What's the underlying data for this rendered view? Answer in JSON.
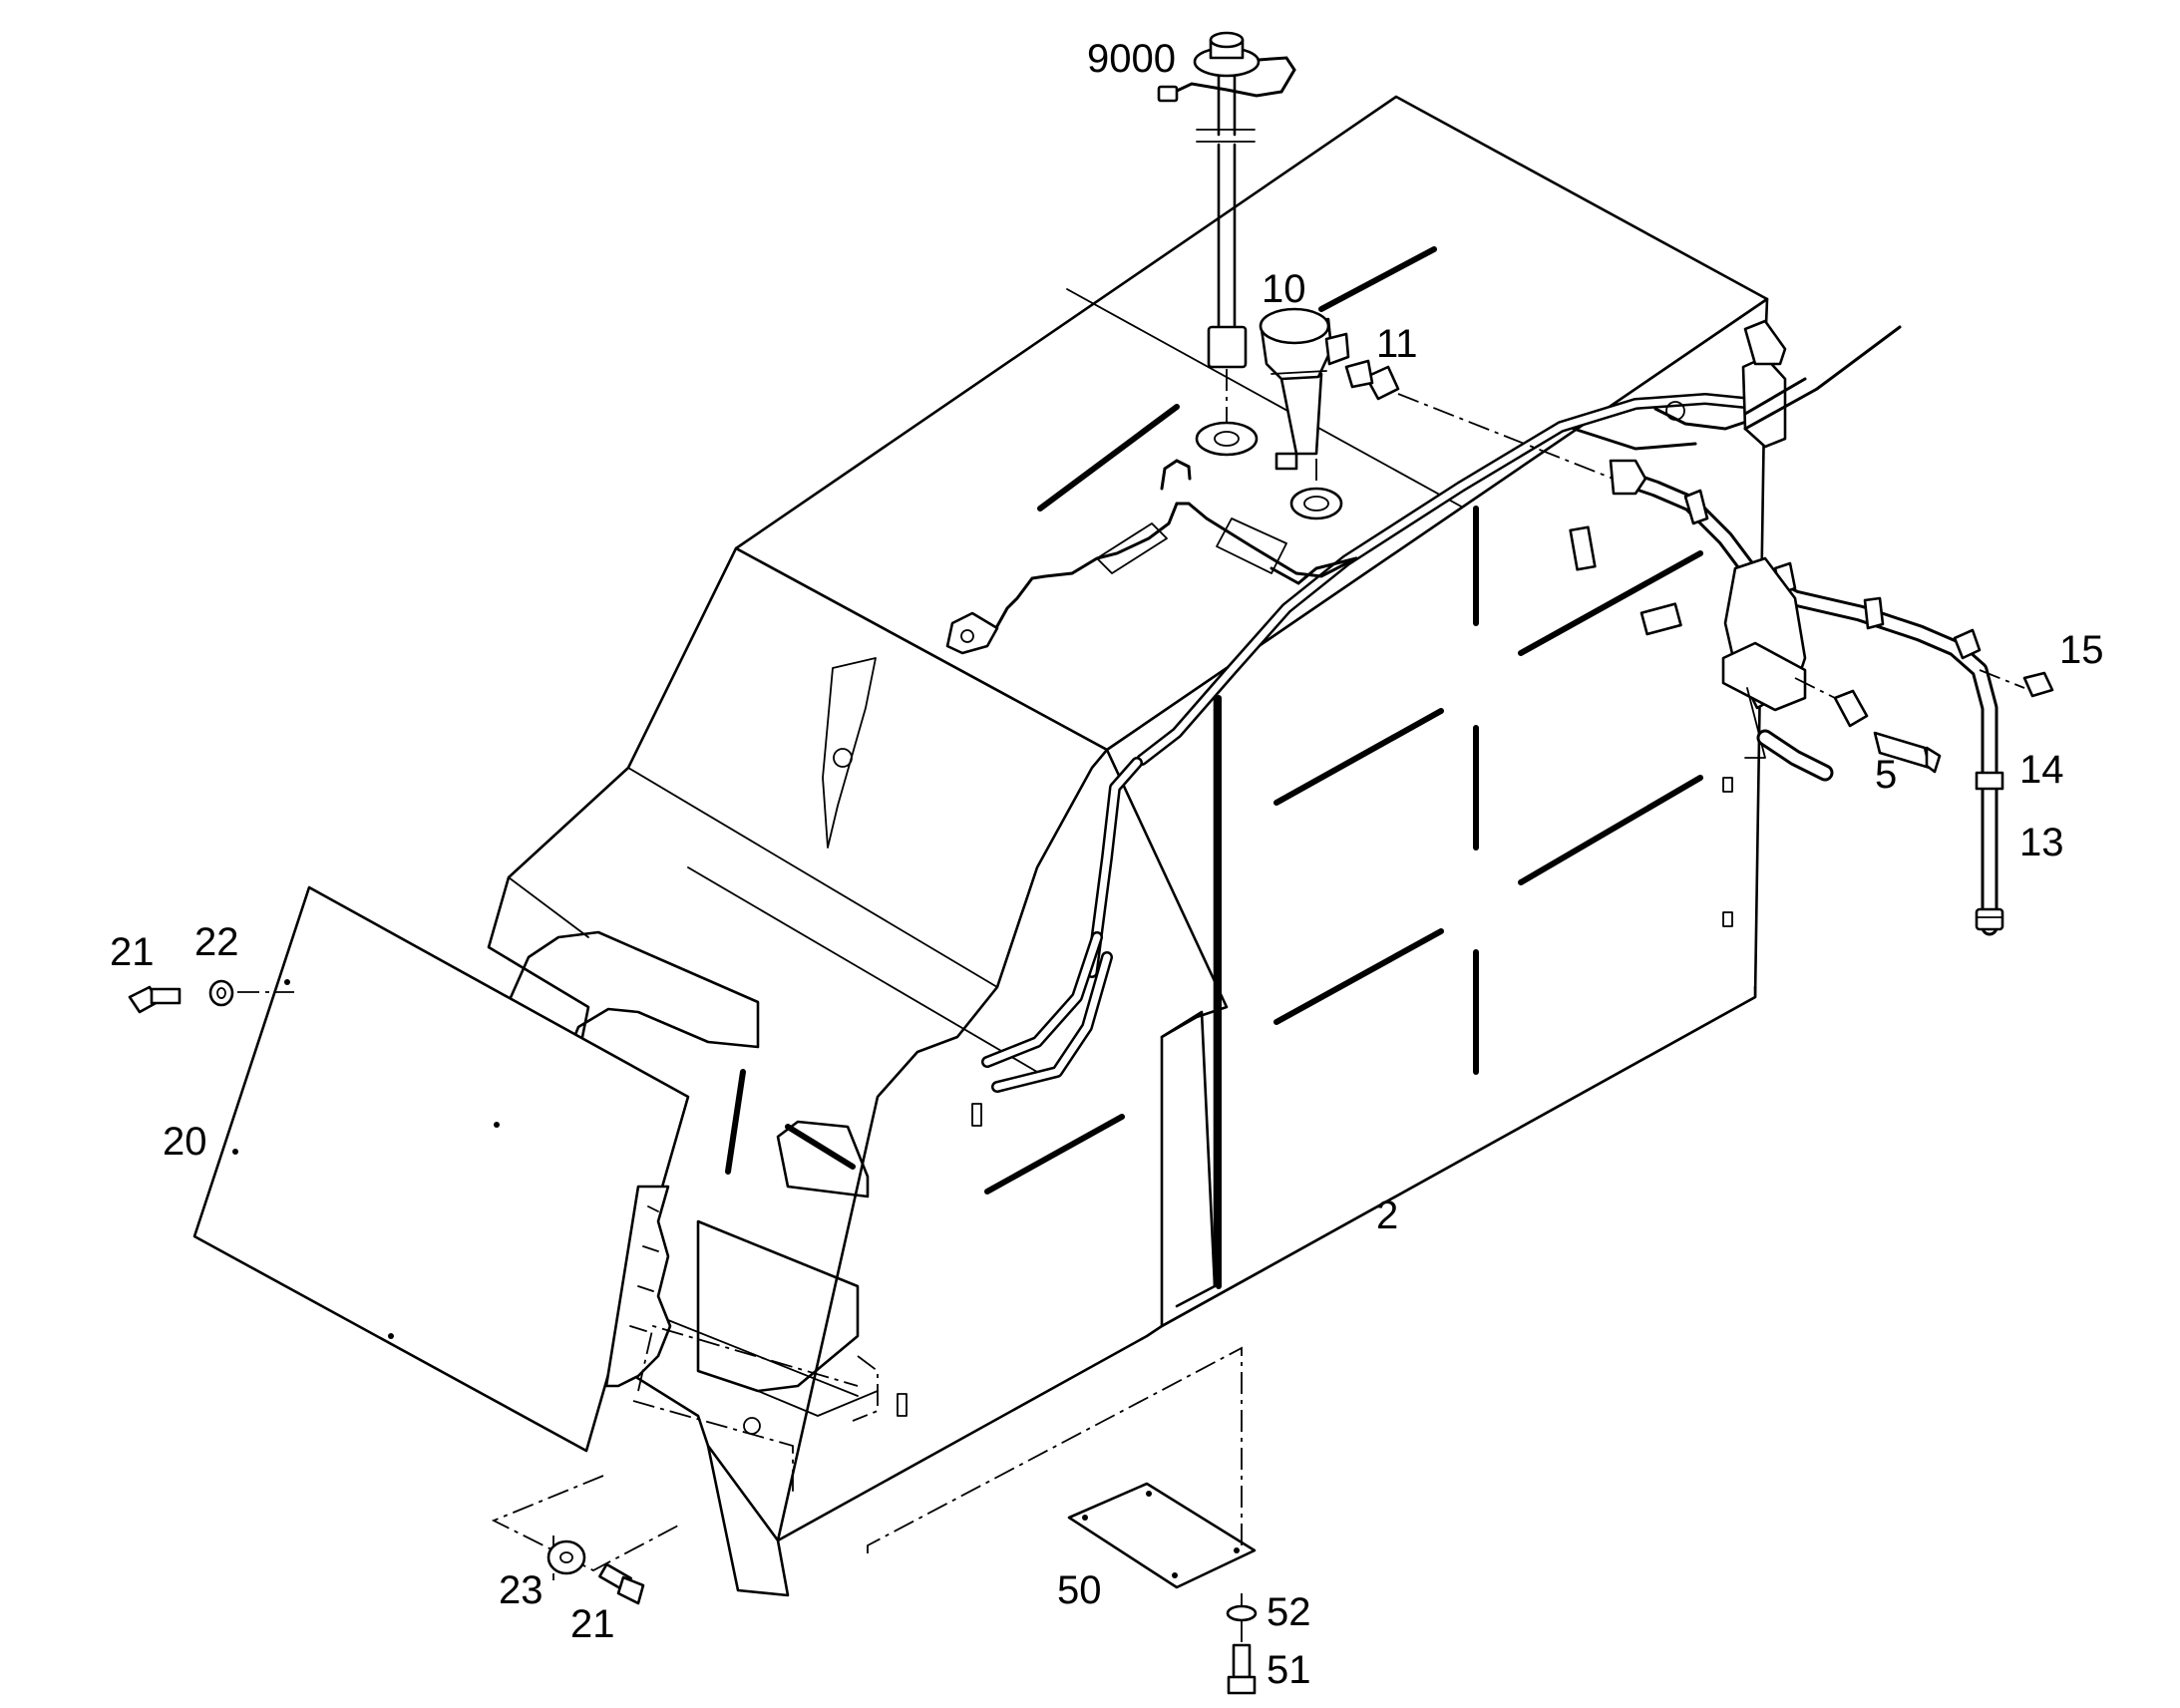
{
  "diagram": {
    "callouts": [
      {
        "id": "c9000",
        "text": "9000"
      },
      {
        "id": "c10",
        "text": "10"
      },
      {
        "id": "c11",
        "text": "11"
      },
      {
        "id": "c15",
        "text": "15"
      },
      {
        "id": "c5",
        "text": "5"
      },
      {
        "id": "c14",
        "text": "14"
      },
      {
        "id": "c13",
        "text": "13"
      },
      {
        "id": "c21a",
        "text": "21"
      },
      {
        "id": "c22",
        "text": "22"
      },
      {
        "id": "c20",
        "text": "20"
      },
      {
        "id": "c2",
        "text": "2"
      },
      {
        "id": "c23",
        "text": "23"
      },
      {
        "id": "c21b",
        "text": "21"
      },
      {
        "id": "c50",
        "text": "50"
      },
      {
        "id": "c52",
        "text": "52"
      },
      {
        "id": "c51",
        "text": "51"
      }
    ]
  }
}
